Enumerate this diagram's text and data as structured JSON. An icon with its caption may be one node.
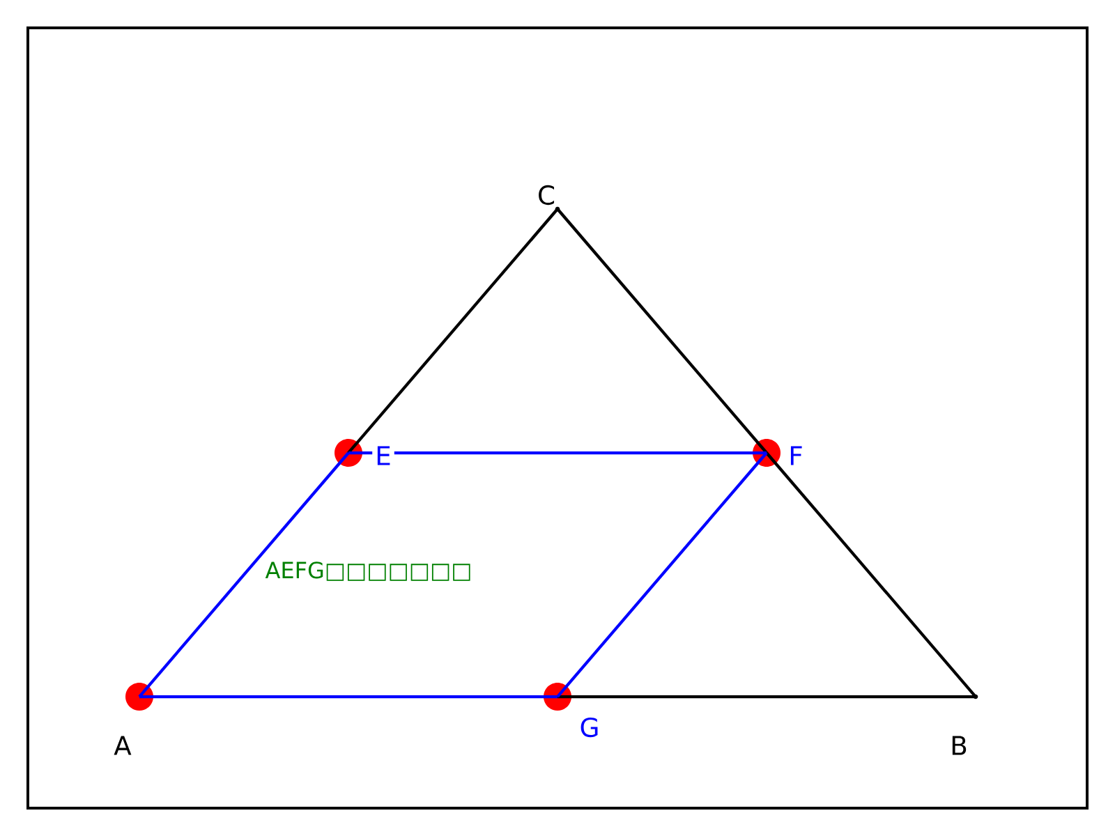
{
  "diagram": {
    "nodes": [
      {
        "text": [],
        "shape": "circle",
        "beside": [
          "A"
        ]
      },
      {
        "text": [],
        "shape": "vertex",
        "beside": [
          "B"
        ]
      },
      {
        "text": [],
        "shape": "vertex",
        "beside": [
          "C"
        ]
      },
      {
        "text": [],
        "shape": "circle",
        "beside": [
          "E"
        ]
      },
      {
        "text": [],
        "shape": "circle",
        "beside": [
          "F"
        ]
      },
      {
        "text": [],
        "shape": "circle",
        "beside": [
          "G"
        ]
      }
    ],
    "edges": [
      {
        "from": 0,
        "to": 3,
        "arrow": "none",
        "color": "#0000ff"
      },
      {
        "from": 3,
        "to": 2,
        "arrow": "none",
        "color": "#000000"
      },
      {
        "from": 2,
        "to": 4,
        "arrow": "none",
        "color": "#000000"
      },
      {
        "from": 4,
        "to": 1,
        "arrow": "none",
        "color": "#000000"
      },
      {
        "from": 0,
        "to": 5,
        "arrow": "none",
        "color": "#0000ff"
      },
      {
        "from": 5,
        "to": 1,
        "arrow": "none",
        "color": "#000000"
      },
      {
        "from": 3,
        "to": 4,
        "arrow": "none",
        "color": "#0000ff"
      },
      {
        "from": 5,
        "to": 4,
        "arrow": "none",
        "color": "#0000ff"
      }
    ],
    "labels": [
      "AEFG□□□□□□□"
    ]
  }
}
